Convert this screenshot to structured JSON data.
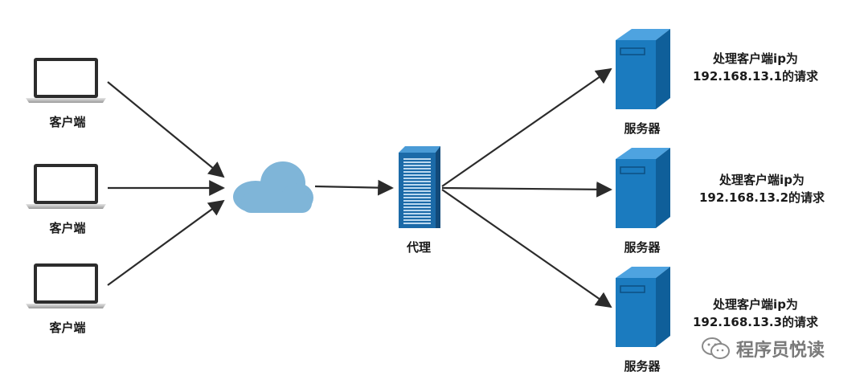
{
  "clients": [
    {
      "label": "客户端"
    },
    {
      "label": "客户端"
    },
    {
      "label": "客户端"
    }
  ],
  "proxy": {
    "label": "代理"
  },
  "servers": [
    {
      "label": "服务器",
      "note_line1": "处理客户端ip为",
      "note_line2": "192.168.13.1的请求"
    },
    {
      "label": "服务器",
      "note_line1": "处理客户端ip为",
      "note_line2": "192.168.13.2的请求"
    },
    {
      "label": "服务器",
      "note_line1": "处理客户端ip为",
      "note_line2": "192.168.13.3的请求"
    }
  ],
  "watermark": {
    "text": "程序员悦读",
    "icon": "wechat-icon"
  },
  "colors": {
    "server_blue": "#1b7bbf",
    "cloud_blue": "#7fb5d8",
    "arrow": "#2b2b2b"
  }
}
